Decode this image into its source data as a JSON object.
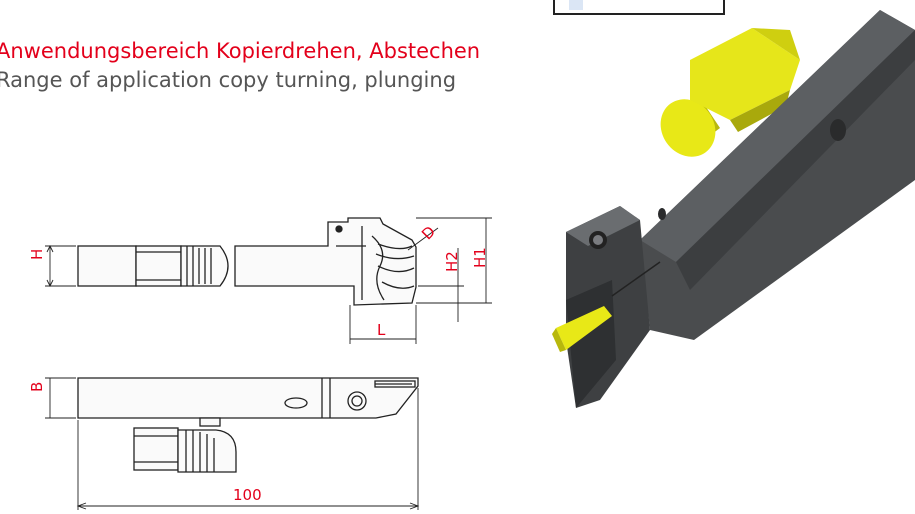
{
  "header": {
    "title_de": "Anwendungsbereich Kopierdrehen, Abstechen",
    "title_en": "Range of application copy turning, plunging"
  },
  "dimensions": {
    "H": "H",
    "H1": "H1",
    "H2": "H2",
    "D": "D",
    "L": "L",
    "B": "B",
    "length": "100"
  },
  "colors": {
    "accent_red": "#e3001b",
    "subtitle_gray": "#555555",
    "tool_body": "#3a3c3e",
    "insert_yellow": "#e8e817"
  }
}
